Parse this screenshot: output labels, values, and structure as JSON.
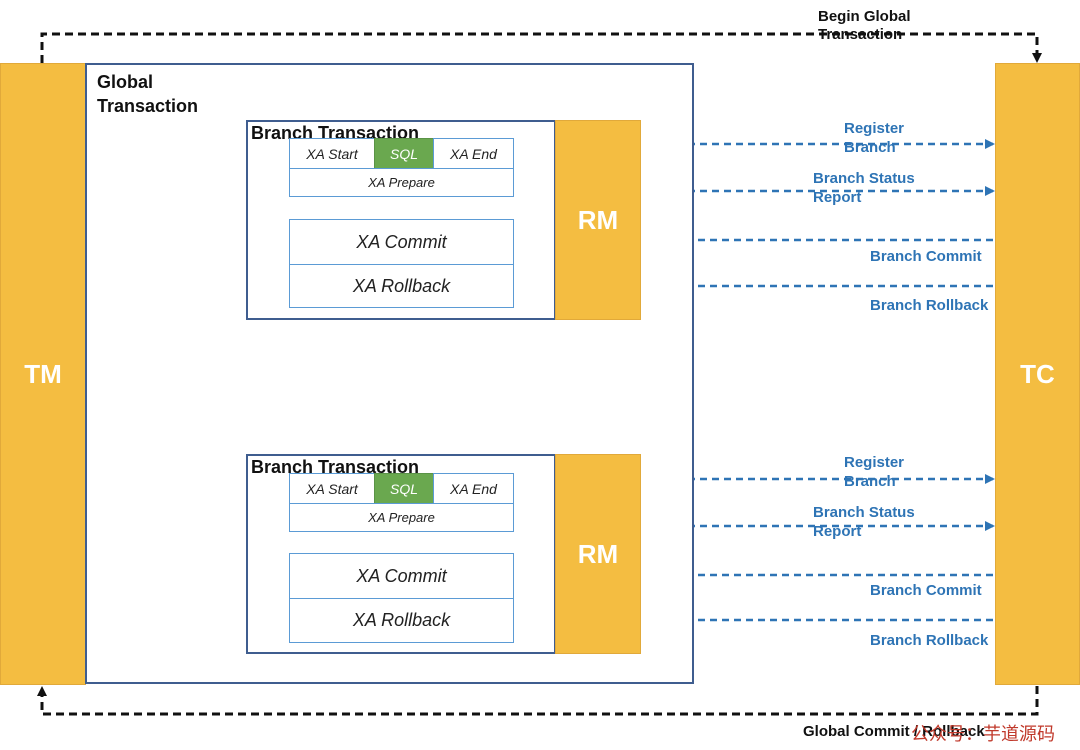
{
  "colors": {
    "component_fill": "#f4bd41",
    "sql_fill": "#6aa84f",
    "flow": "#2e74b5",
    "border": "#3f5d8f"
  },
  "top_label": "Begin Global Transaction",
  "bottom_label": "Global Commit / Rollback",
  "tm": "TM",
  "tc": "TC",
  "global_label": "Global Transaction",
  "branches": [
    {
      "title": "Branch Transaction",
      "xa_start": "XA Start",
      "sql": "SQL",
      "xa_end": "XA End",
      "xa_prepare": "XA Prepare",
      "xa_commit": "XA Commit",
      "xa_rollback": "XA Rollback",
      "rm": "RM",
      "flows": {
        "register": "Register Branch",
        "status": "Branch Status Report",
        "commit": "Branch Commit",
        "rollback": "Branch Rollback"
      }
    },
    {
      "title": "Branch Transaction",
      "xa_start": "XA Start",
      "sql": "SQL",
      "xa_end": "XA End",
      "xa_prepare": "XA Prepare",
      "xa_commit": "XA Commit",
      "xa_rollback": "XA Rollback",
      "rm": "RM",
      "flows": {
        "register": "Register Branch",
        "status": "Branch Status Report",
        "commit": "Branch Commit",
        "rollback": "Branch Rollback"
      }
    }
  ],
  "watermark": "公众号：芋道源码"
}
